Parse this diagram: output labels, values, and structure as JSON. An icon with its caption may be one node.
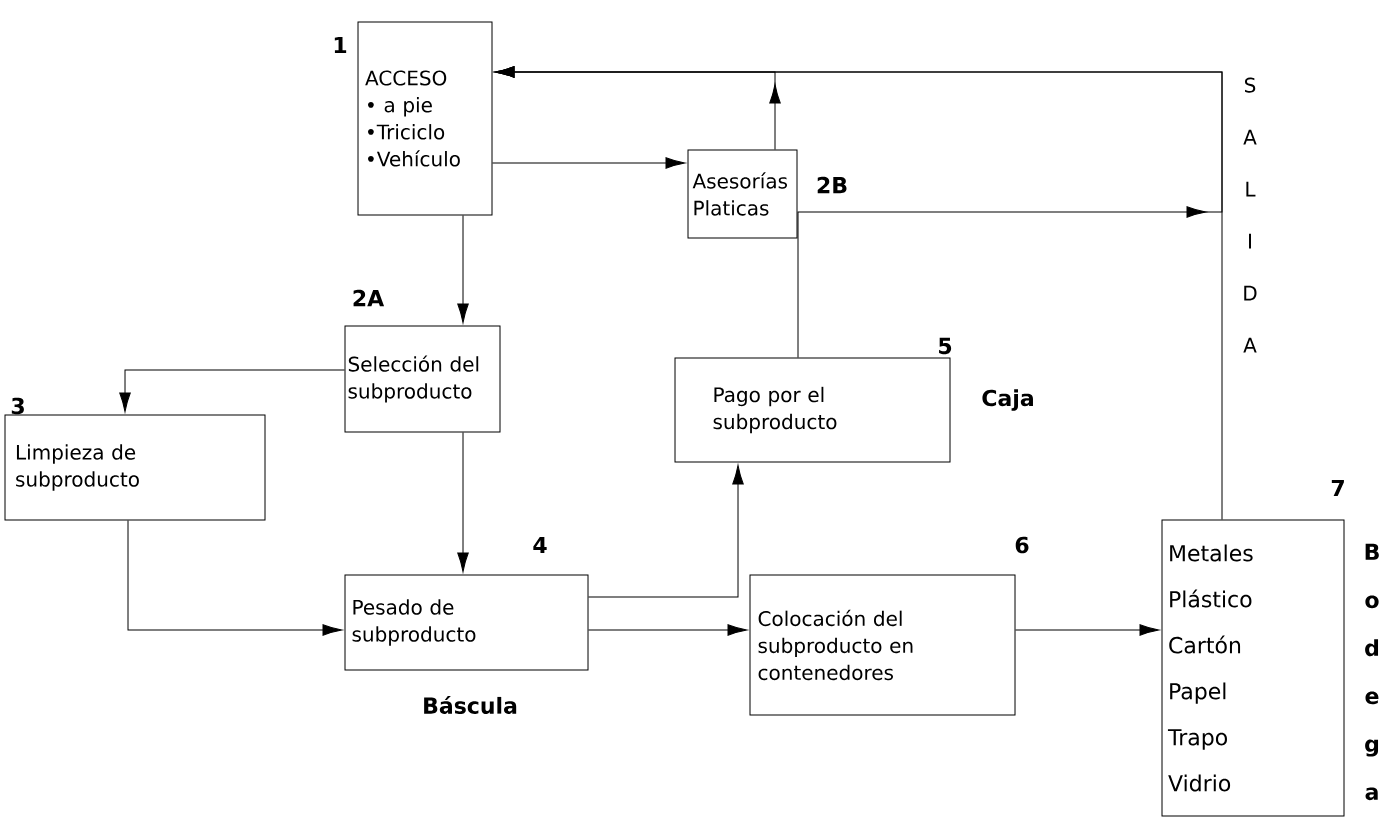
{
  "diagram": {
    "nodes": [
      {
        "text": [
          "ACCESO",
          "• a pie",
          "•Triciclo",
          "•Vehículo"
        ],
        "beside": [
          "1"
        ]
      },
      {
        "text": [
          "Asesorías",
          "Platicas"
        ],
        "beside": [
          "2B"
        ]
      },
      {
        "text": [
          "Selección del subproducto"
        ],
        "beside": [
          "2A"
        ]
      },
      {
        "text": [
          "Pago por el subproducto"
        ],
        "beside": [
          "5",
          "Caja"
        ]
      },
      {
        "text": [
          "Limpieza de subproducto"
        ],
        "beside": [
          "3"
        ]
      },
      {
        "text": [
          "Pesado de subproducto"
        ],
        "beside": [
          "4",
          "Báscula"
        ]
      },
      {
        "text": [
          "Colocación del subproducto en contenedores"
        ],
        "beside": [
          "6"
        ]
      },
      {
        "text": [
          "Metales",
          "Plástico",
          "Cartón",
          "Papel",
          "Trapo",
          "Vidrio"
        ],
        "beside": [
          "7",
          "Bodega"
        ]
      }
    ],
    "edges": [
      {
        "from": 0,
        "to": 1,
        "arrow": "to"
      },
      {
        "from": 1,
        "to": 0,
        "arrow": "to"
      },
      {
        "from": 0,
        "to": 2,
        "arrow": "to"
      },
      {
        "from": 2,
        "to": 4,
        "arrow": "to"
      },
      {
        "from": 2,
        "to": 5,
        "arrow": "to"
      },
      {
        "from": 4,
        "to": 5,
        "arrow": "to"
      },
      {
        "from": 5,
        "to": 3,
        "arrow": "to"
      },
      {
        "from": 5,
        "to": 6,
        "arrow": "to"
      },
      {
        "from": 6,
        "to": 7,
        "arrow": "to"
      },
      {
        "from": 7,
        "to": 0,
        "arrow": "to",
        "label": "SALIDA"
      },
      {
        "from": 3,
        "to": 0,
        "arrow": "to"
      }
    ]
  }
}
